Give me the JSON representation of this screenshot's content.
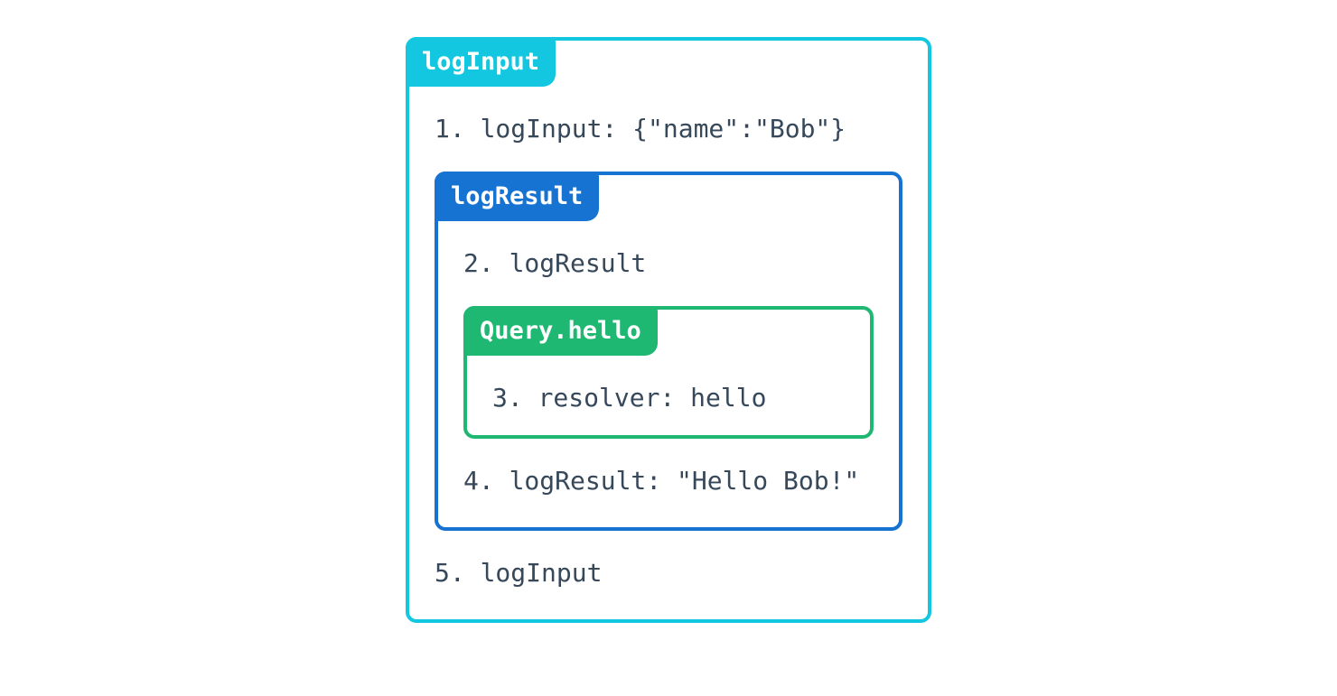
{
  "page": {
    "background_color": "#ffffff",
    "text_color": "#36485a"
  },
  "diagram": {
    "outer_box": {
      "label": "logInput",
      "color": "#12c7df",
      "step_before": "1. logInput: {\"name\":\"Bob\"}",
      "step_after": "5. logInput"
    },
    "middle_box": {
      "label": "logResult",
      "color": "#1673d2",
      "step_before": "2. logResult",
      "step_after": "4. logResult: \"Hello Bob!\""
    },
    "inner_box": {
      "label": "Query.hello",
      "color": "#1fb873",
      "step": "3. resolver: hello"
    }
  }
}
